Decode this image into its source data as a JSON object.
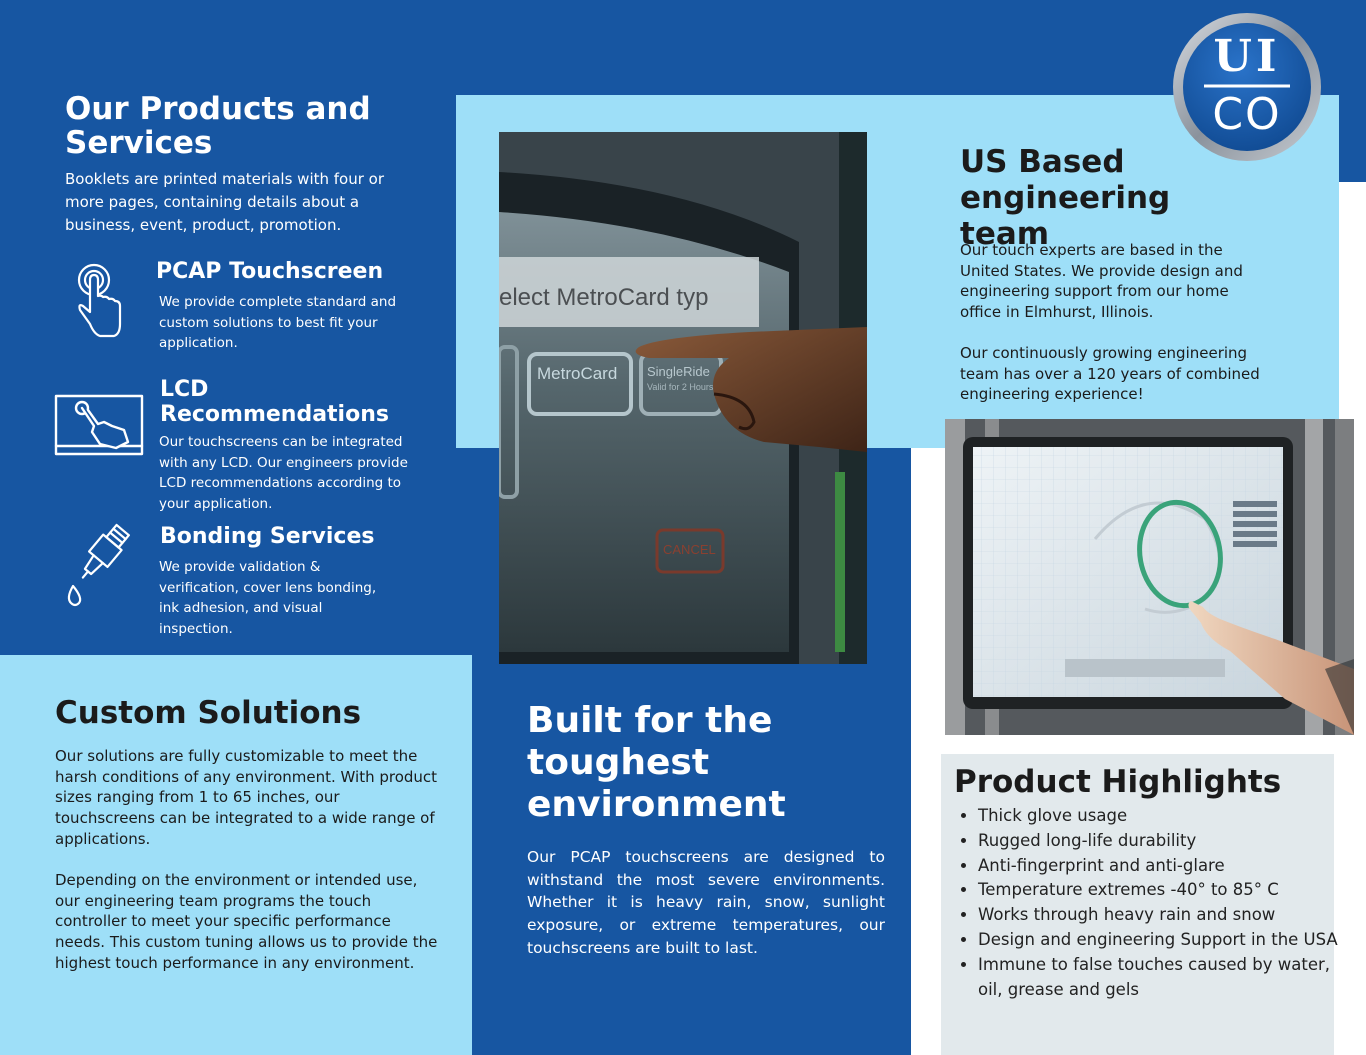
{
  "logo": {
    "line1": "UI",
    "line2": "CO"
  },
  "products": {
    "title": "Our Products and Services",
    "intro": "Booklets are printed materials with four or more pages, containing details about a business, event, product, promotion.",
    "items": [
      {
        "icon": "touch-hand-icon",
        "title": "PCAP Touchscreen",
        "text": "We provide complete standard and custom solutions to best fit your application."
      },
      {
        "icon": "monitor-touch-icon",
        "title": "LCD Recommendations",
        "text": "Our touchscreens can be integrated with any LCD. Our engineers provide LCD recommendations according to your application."
      },
      {
        "icon": "glue-dropper-icon",
        "title": "Bonding Services",
        "text": "We provide validation & verification, cover lens bonding, ink adhesion, and visual inspection."
      }
    ]
  },
  "custom": {
    "title": "Custom Solutions",
    "p1": "Our solutions are fully customizable to meet the harsh conditions of any environment. With product sizes ranging from 1 to 65 inches, our touchscreens can be integrated to a wide range of applications.",
    "p2": "Depending on the environment or intended use, our engineering team programs the touch controller to meet your specific performance needs. This custom tuning allows us to provide the highest touch performance in any environment."
  },
  "photo1": {
    "text1": "elect MetroCard typ",
    "button1": "MetroCard",
    "button2": "SingleRide",
    "button2_sub": "Valid for 2 Hours",
    "cancel": "CANCEL"
  },
  "tough": {
    "title": "Built for the toughest environment",
    "text": "Our PCAP touchscreens are designed to withstand the most severe environments. Whether it is heavy rain, snow, sunlight exposure, or extreme temperatures, our touchscreens are built to last."
  },
  "team": {
    "title": "US Based engineering team",
    "p1": "Our touch experts are based in the United States. We provide design and engineering support from our home office in Elmhurst, Illinois.",
    "p2": "Our continuously growing engineering team has over a 120 years of combined engineering experience!"
  },
  "highlights": {
    "title": "Product Highlights",
    "items": [
      "Thick glove usage",
      "Rugged long-life durability",
      "Anti-fingerprint and anti-glare",
      "Temperature extremes -40° to 85° C",
      "Works through heavy rain and snow",
      "Design and engineering Support in the USA",
      "Immune to false touches caused by water, oil, grease and gels"
    ]
  },
  "colors": {
    "navy": "#1756a2",
    "sky": "#9edff8",
    "panel": "#e2e9ec"
  }
}
